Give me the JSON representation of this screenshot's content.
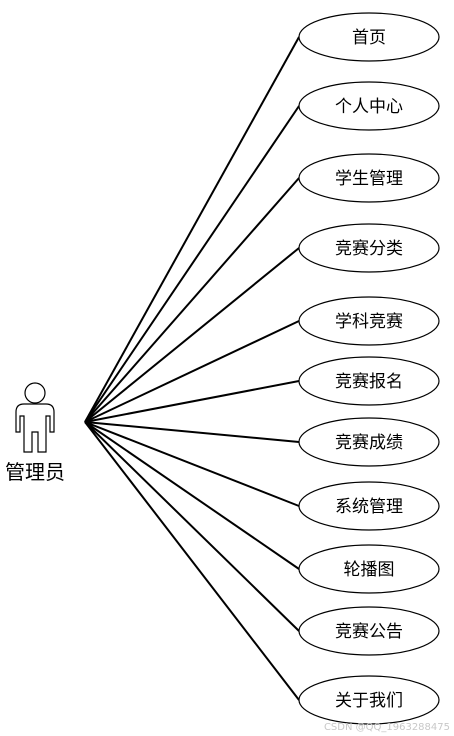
{
  "actor": {
    "label": "管理员"
  },
  "use_cases": [
    {
      "label": "首页"
    },
    {
      "label": "个人中心"
    },
    {
      "label": "学生管理"
    },
    {
      "label": "竞赛分类"
    },
    {
      "label": "学科竞赛"
    },
    {
      "label": "竞赛报名"
    },
    {
      "label": "竞赛成绩"
    },
    {
      "label": "系统管理"
    },
    {
      "label": "轮播图"
    },
    {
      "label": "竞赛公告"
    },
    {
      "label": "关于我们"
    }
  ],
  "watermark": "CSDN @QQ_1963288475"
}
